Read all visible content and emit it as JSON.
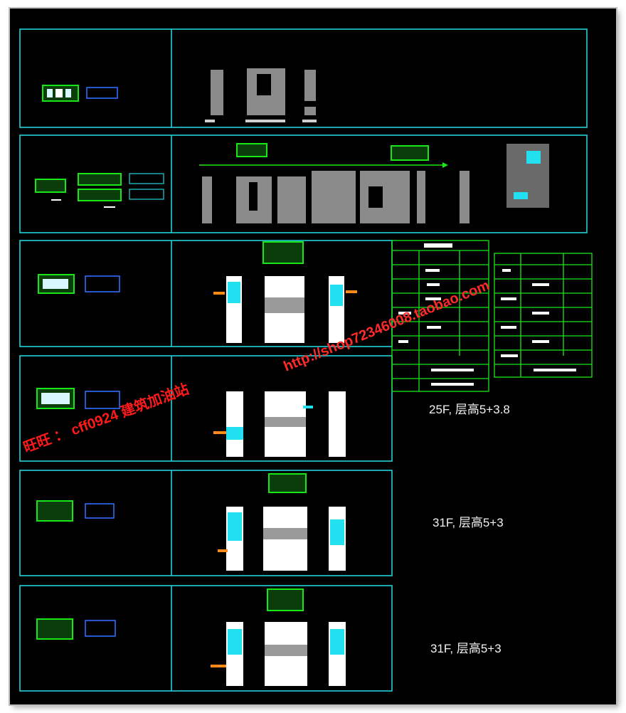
{
  "drawing": {
    "title": "",
    "specs": [
      {
        "id": "spec-25f",
        "text": "25F, 层高5+3.8"
      },
      {
        "id": "spec-31f-a",
        "text": "31F, 层高5+3"
      },
      {
        "id": "spec-31f-b",
        "text": "31F, 层高5+3"
      }
    ]
  },
  "watermark": {
    "seller": "旺旺 ： cff0924  建筑加油站",
    "url": "http://shop72346008.taobao.com"
  },
  "colors": {
    "background": "#000000",
    "frame_lines": "#22d3d8",
    "table_lines": "#19e619",
    "watermark": "#ff1a1a",
    "elevation_fill": "#ffffff",
    "accent_glass": "#22e0f0",
    "accent_orange": "#ff8a1a"
  },
  "rows": [
    {
      "id": "row-1",
      "has_plan": true,
      "has_elevations": true
    },
    {
      "id": "row-2",
      "has_plan": true,
      "has_elevations": true
    },
    {
      "id": "row-3",
      "has_plan": true,
      "has_elevations": true
    },
    {
      "id": "row-4",
      "has_plan": true,
      "has_elevations": true
    },
    {
      "id": "row-5",
      "has_plan": true,
      "has_elevations": true
    },
    {
      "id": "row-6",
      "has_plan": true,
      "has_elevations": true
    }
  ]
}
